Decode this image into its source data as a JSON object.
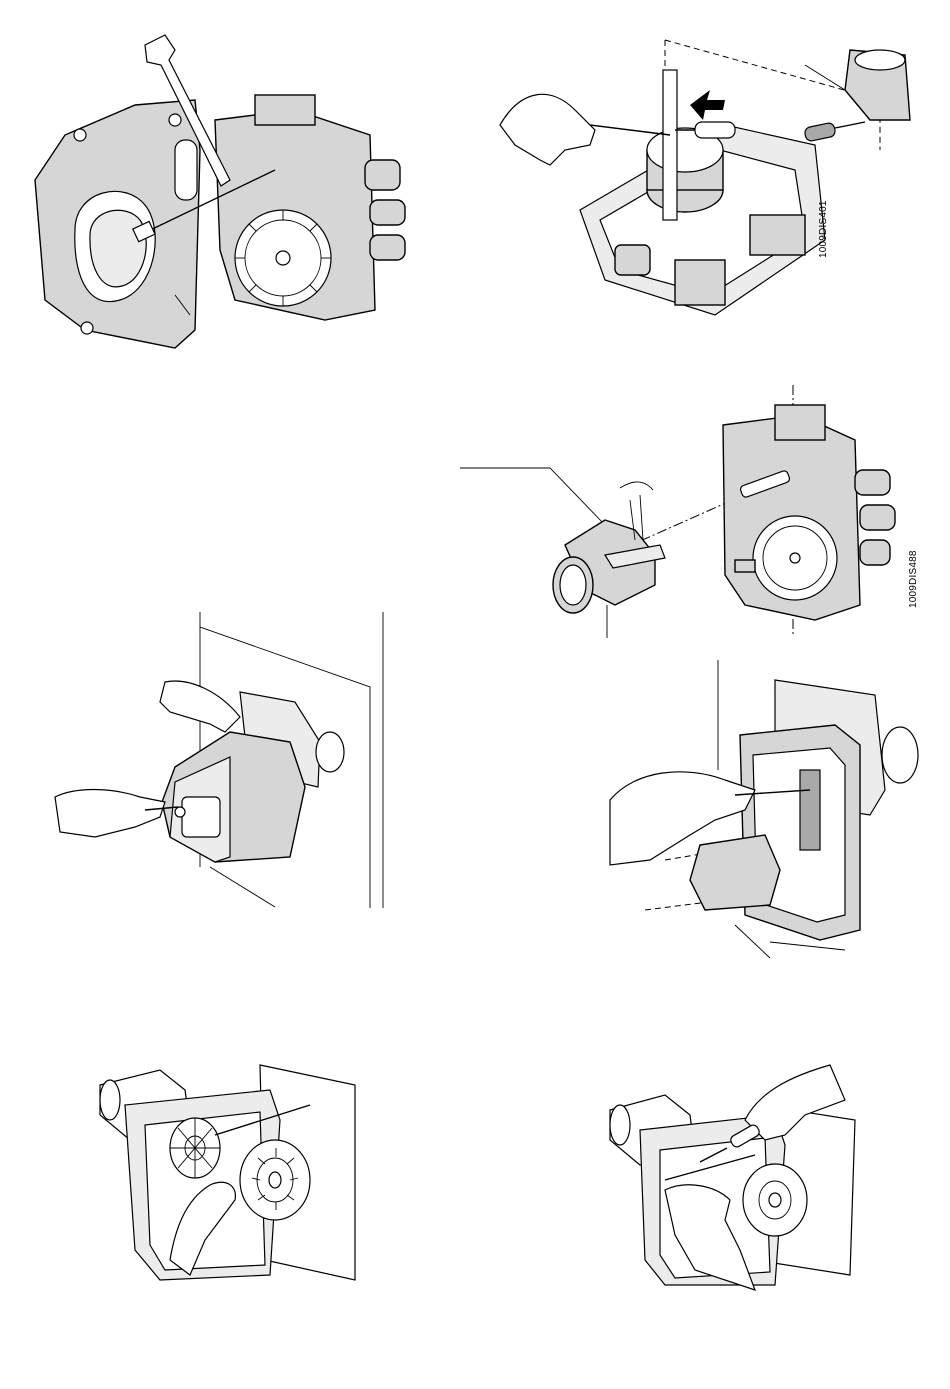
{
  "figures": [
    {
      "id": "fig1",
      "caption_code": ""
    },
    {
      "id": "fig2",
      "caption_code": "1009DIS401"
    },
    {
      "id": "fig3",
      "caption_code": "1009DIS488"
    },
    {
      "id": "fig4",
      "caption_code": ""
    },
    {
      "id": "fig5",
      "caption_code": ""
    },
    {
      "id": "fig6",
      "caption_code": ""
    },
    {
      "id": "fig7",
      "caption_code": ""
    }
  ],
  "colors": {
    "ink": "#000000",
    "housing": "#d6d6d6",
    "paper": "#ffffff"
  },
  "icons": [
    "wrench-icon",
    "screwdriver-icon",
    "hand-icon",
    "fan-wheel-icon",
    "arrow-icon"
  ]
}
